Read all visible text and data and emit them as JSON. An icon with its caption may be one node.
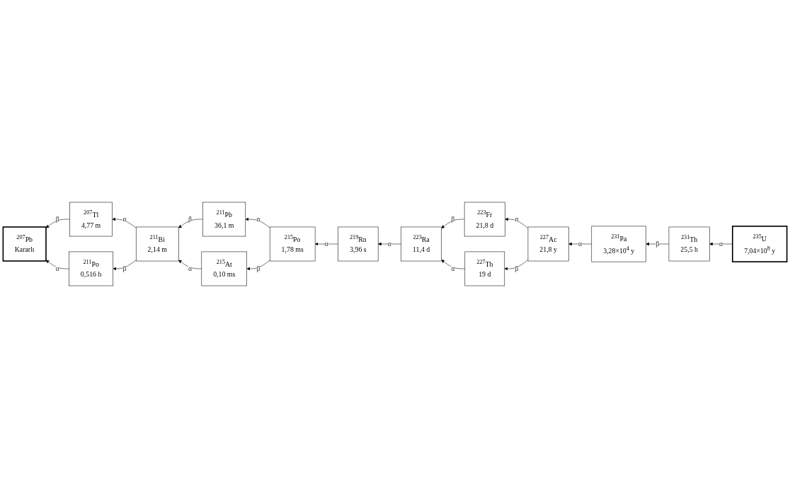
{
  "diagram": {
    "nodes": [
      {
        "text": [
          "$^{231}$Th",
          "25,5 h"
        ]
      },
      {
        "text": [
          "$^{235}$U",
          "7,04×10$^{8}$ y"
        ]
      },
      {
        "text": [
          "$^{223}$Fr",
          "21,8 d"
        ]
      },
      {
        "text": [
          "$^{227}$Ac",
          "21,8 y"
        ]
      },
      {
        "text": [
          "$^{231}$Pa",
          "3,28×10$^{4}$ y"
        ]
      },
      {
        "text": [
          "$^{211}$Pb",
          "36,1 m"
        ]
      },
      {
        "text": [
          "$^{215}$Po",
          "1,78 ms"
        ]
      },
      {
        "text": [
          "$^{219}$Rn",
          "3,96 s"
        ]
      },
      {
        "text": [
          "$^{223}$Ra",
          "11,4 d"
        ]
      },
      {
        "text": [
          "$^{227}$Th",
          "19 d"
        ]
      },
      {
        "text": [
          "$^{207}$Tl",
          "4,77 m"
        ]
      },
      {
        "text": [
          "$^{211}$Bi",
          "2,14 m"
        ]
      },
      {
        "text": [
          "$^{215}$At",
          "0,10 ms"
        ]
      },
      {
        "text": [
          "$^{207}$Pb",
          "Kararlı"
        ]
      },
      {
        "text": [
          "$^{211}$Po",
          "0,516 h"
        ]
      }
    ],
    "edges": [
      {
        "from": 1,
        "to": 0,
        "arrow": "to",
        "label": "α"
      },
      {
        "from": 0,
        "to": 4,
        "arrow": "to",
        "label": "β"
      },
      {
        "from": 4,
        "to": 3,
        "arrow": "to",
        "label": "α"
      },
      {
        "from": 3,
        "to": 2,
        "arrow": "to",
        "label": "α"
      },
      {
        "from": 3,
        "to": 9,
        "arrow": "to",
        "label": "β"
      },
      {
        "from": 2,
        "to": 8,
        "arrow": "to",
        "label": "β"
      },
      {
        "from": 9,
        "to": 8,
        "arrow": "to",
        "label": "α"
      },
      {
        "from": 8,
        "to": 7,
        "arrow": "to",
        "label": "α"
      },
      {
        "from": 7,
        "to": 6,
        "arrow": "to",
        "label": "α"
      },
      {
        "from": 6,
        "to": 5,
        "arrow": "to",
        "label": "α"
      },
      {
        "from": 6,
        "to": 12,
        "arrow": "to",
        "label": "β"
      },
      {
        "from": 5,
        "to": 11,
        "arrow": "to",
        "label": "β"
      },
      {
        "from": 12,
        "to": 11,
        "arrow": "to",
        "label": "α"
      },
      {
        "from": 11,
        "to": 10,
        "arrow": "to",
        "label": "α"
      },
      {
        "from": 11,
        "to": 14,
        "arrow": "to",
        "label": "β"
      },
      {
        "from": 10,
        "to": 13,
        "arrow": "to",
        "label": "β"
      },
      {
        "from": 14,
        "to": 13,
        "arrow": "to",
        "label": "α"
      }
    ]
  }
}
